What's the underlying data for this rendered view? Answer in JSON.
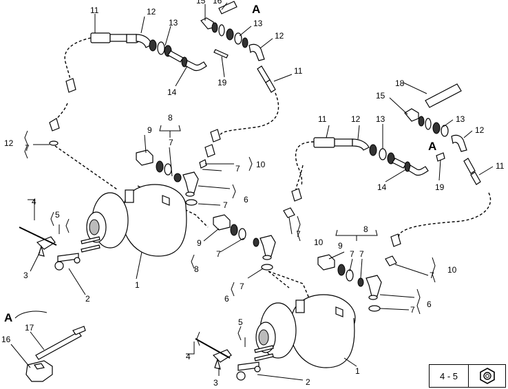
{
  "view_markers": {
    "detail_a_callout_top": "A",
    "detail_a_callout_right": "A",
    "detail_a_title": "A"
  },
  "callouts": {
    "top_left": {
      "n11": "11",
      "n12a": "12",
      "n13a": "13",
      "n14": "14",
      "n15": "15",
      "n16": "16",
      "n13b": "13",
      "n12b": "12",
      "n11b": "11",
      "n19": "19"
    },
    "left_side": {
      "n12": "12",
      "n7": "7",
      "n8": "8",
      "n9": "9",
      "n7b": "7",
      "n10": "10",
      "n7c": "7",
      "n6": "6",
      "n7d": "7"
    },
    "left_brake": {
      "n4": "4",
      "n5": "5",
      "n3": "3",
      "n2": "2",
      "n1": "1"
    },
    "mid_valve": {
      "n9": "9",
      "n7": "7",
      "n8": "8",
      "n7b": "7",
      "n10": "10",
      "n6": "6",
      "n7c": "7"
    },
    "right_top": {
      "n18": "18",
      "n15": "15",
      "n13": "13",
      "n12": "12",
      "n11": "11",
      "n12b": "12",
      "n13b": "13",
      "n11b": "11",
      "n14": "14",
      "n19": "19"
    },
    "right_valve": {
      "n8": "8",
      "n9": "9",
      "n7": "7",
      "n7b": "7",
      "n10": "10",
      "n7c": "7",
      "n6": "6",
      "n7d": "7"
    },
    "right_brake": {
      "n5": "5",
      "n4": "4",
      "n3": "3",
      "n2": "2",
      "n1": "1"
    },
    "detail": {
      "n17": "17",
      "n16": "16"
    }
  },
  "page_box": {
    "page_label": "4 - 5",
    "icon": "hex-nut-icon"
  }
}
